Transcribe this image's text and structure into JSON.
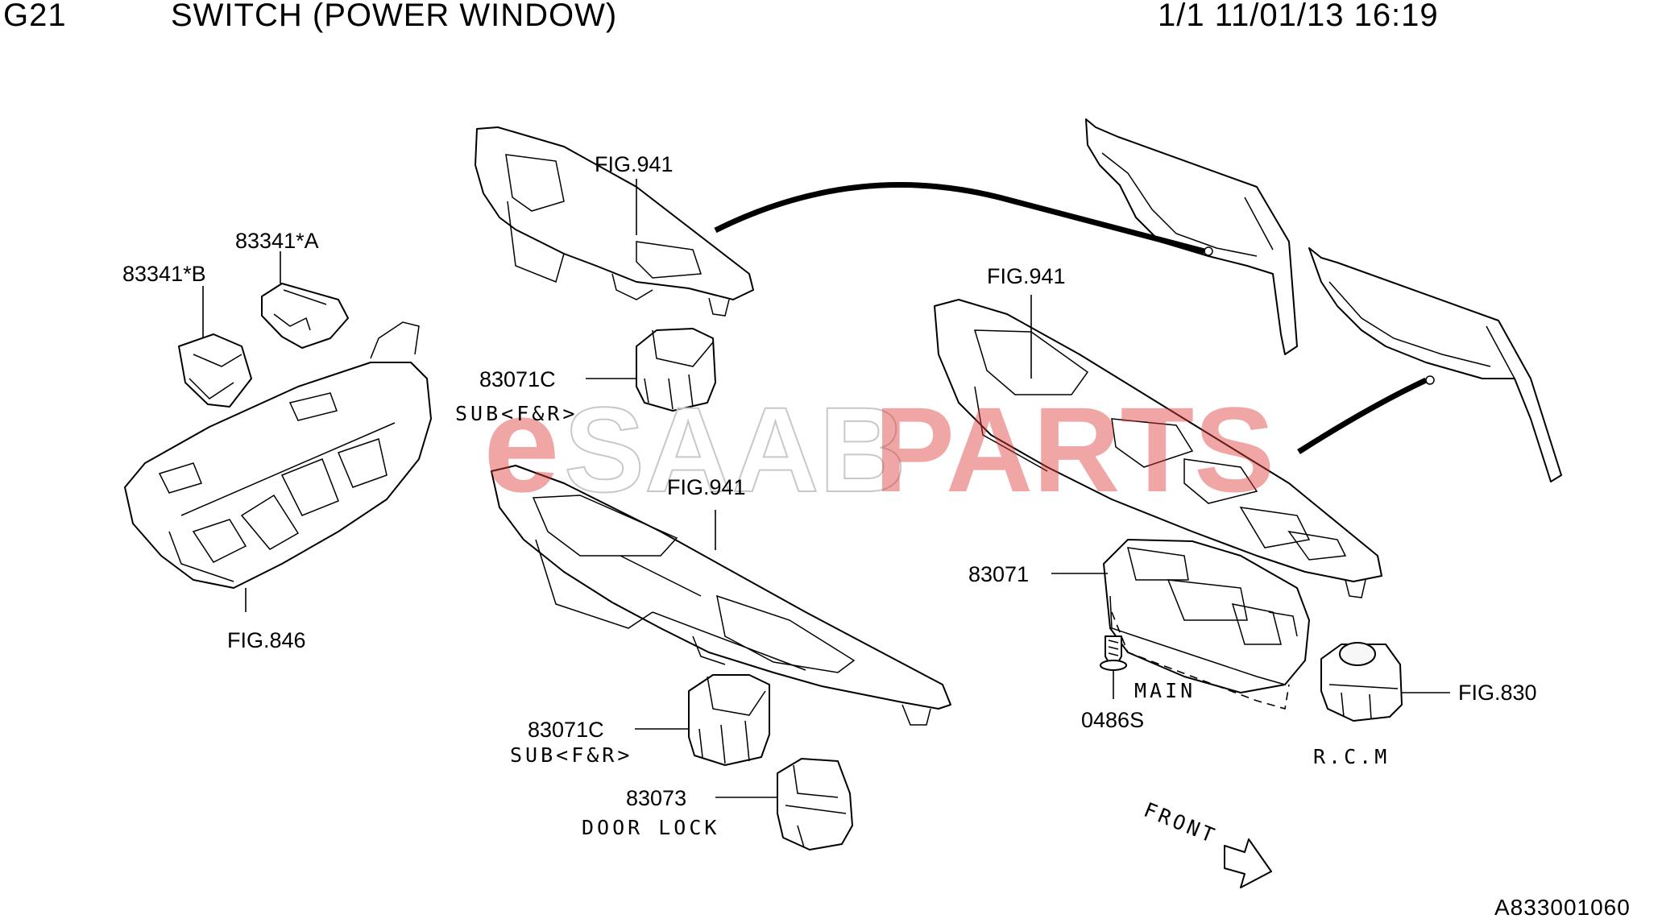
{
  "header": {
    "code": "G21",
    "title": "SWITCH (POWER WINDOW)",
    "page_info": "1/1 11/01/13 16:19"
  },
  "labels": {
    "p83341b": "83341*B",
    "p83341a": "83341*A",
    "fig846": "FIG.846",
    "fig941_top": "FIG.941",
    "p83071c_upper": "83071C",
    "sub_upper": "SUB<F&R>",
    "fig941_mid": "FIG.941",
    "p83071c_lower": "83071C",
    "sub_lower": "SUB<F&R>",
    "p83073": "83073",
    "door_lock": "DOOR LOCK",
    "fig941_right": "FIG.941",
    "p83071": "83071",
    "main": "MAIN",
    "p0486s": "0486S",
    "fig830": "FIG.830",
    "rcm": "R.C.M",
    "front": "FRONT"
  },
  "watermark": {
    "e": "e",
    "saab": "SAAB",
    "parts": "PARTS",
    "color_accent": "#e03a3a"
  },
  "drawing_code": "A833001060"
}
